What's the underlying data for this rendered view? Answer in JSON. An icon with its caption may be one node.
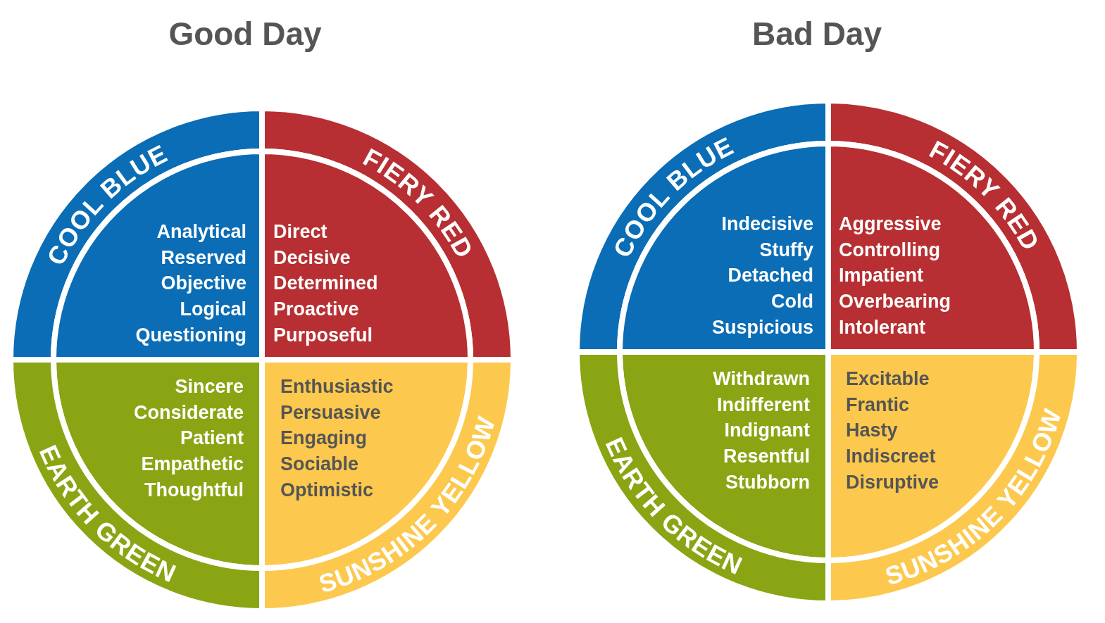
{
  "diagram": {
    "nodes": [
      {
        "text": [
          "COOL BLUE"
        ]
      },
      {
        "text": [
          "Analytical",
          "Reserved",
          "Objective",
          "Logical",
          "Questioning"
        ]
      },
      {
        "text": [
          "FIERY RED"
        ]
      },
      {
        "text": [
          "Direct",
          "Decisive",
          "Determined",
          "Proactive",
          "Purposeful"
        ]
      },
      {
        "text": [
          "Sincere",
          "Considerate",
          "Patient",
          "Empathetic",
          "Thoughtful"
        ]
      },
      {
        "text": [
          "EARTH GREEN"
        ]
      },
      {
        "text": [
          "Enthusiastic",
          "Persuasive",
          "Engaging",
          "Sociable",
          "Optimistic"
        ]
      },
      {
        "text": [
          "SUNSHINE YELLOW"
        ]
      },
      {
        "text": [
          "COOL BLUE"
        ]
      },
      {
        "text": [
          "Indecisive",
          "Stuffy",
          "Detached",
          "Cold",
          "Suspicious"
        ]
      },
      {
        "text": [
          "FIERY RED"
        ]
      },
      {
        "text": [
          "Aggressive",
          "Controlling",
          "Impatient",
          "Overbearing",
          "Intolerant"
        ]
      },
      {
        "text": [
          "Withdrawn",
          "Indifferent",
          "Indignant",
          "Resentful",
          "Stubborn"
        ]
      },
      {
        "text": [
          "EARTH GREEN"
        ]
      },
      {
        "text": [
          "Excitable",
          "Frantic",
          "Hasty",
          "Indiscreet",
          "Disruptive"
        ]
      },
      {
        "text": [
          "SUNSHINE YELLOW"
        ]
      }
    ],
    "labels": [
      "Good Day",
      "Bad Day"
    ]
  }
}
